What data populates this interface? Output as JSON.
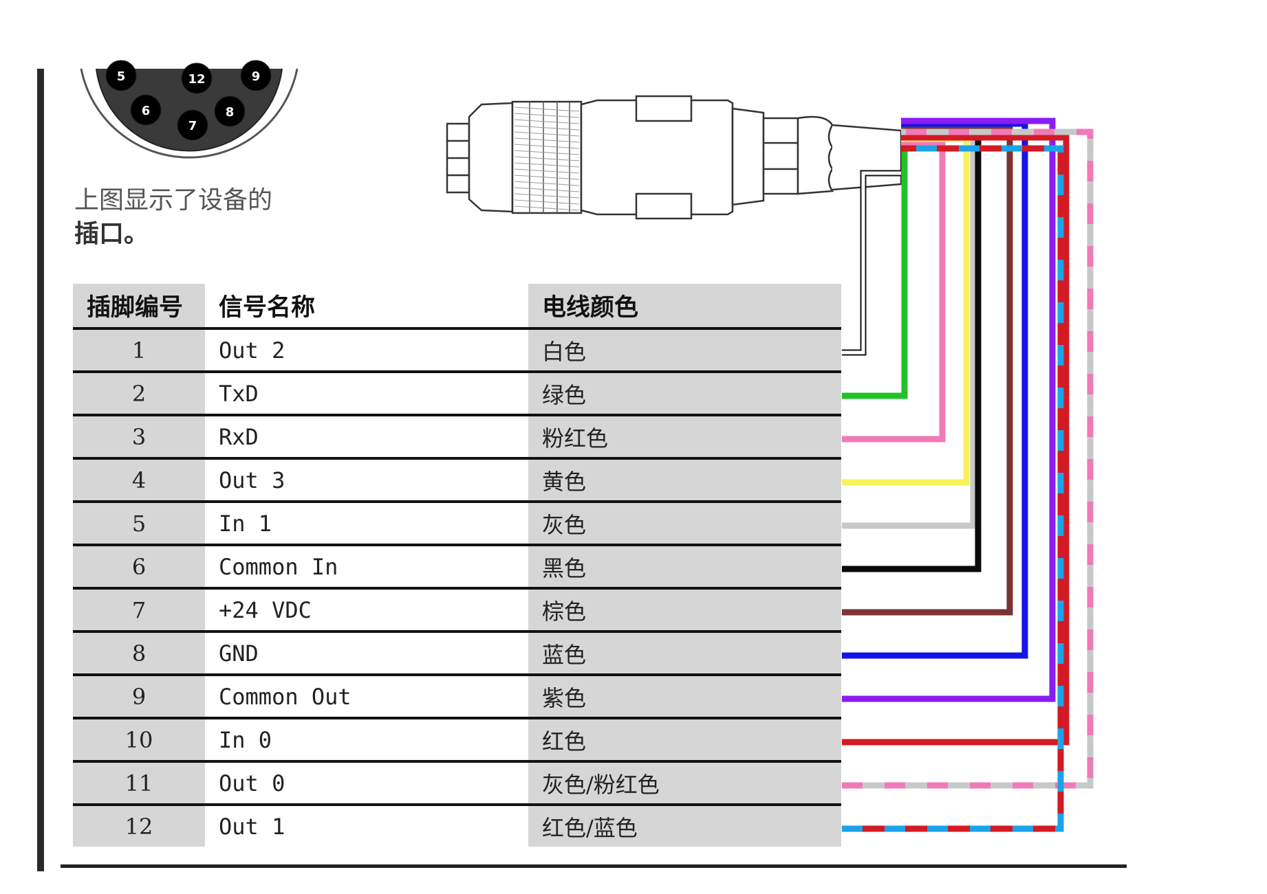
{
  "connector": {
    "visible_pin_labels": [
      "5",
      "12",
      "9",
      "6",
      "7",
      "8"
    ]
  },
  "caption": {
    "line1": "上图显示了设备的",
    "line2": "插口。"
  },
  "table": {
    "headers": [
      "插脚编号",
      "信号名称",
      "电线颜色"
    ],
    "rows": [
      {
        "pin": "1",
        "signal": "Out 2",
        "color": "白色"
      },
      {
        "pin": "2",
        "signal": "TxD",
        "color": "绿色"
      },
      {
        "pin": "3",
        "signal": "RxD",
        "color": "粉红色"
      },
      {
        "pin": "4",
        "signal": "Out 3",
        "color": "黄色"
      },
      {
        "pin": "5",
        "signal": "In 1",
        "color": "灰色"
      },
      {
        "pin": "6",
        "signal": "Common In",
        "color": "黑色"
      },
      {
        "pin": "7",
        "signal": "+24 VDC",
        "color": "棕色"
      },
      {
        "pin": "8",
        "signal": "GND",
        "color": "蓝色"
      },
      {
        "pin": "9",
        "signal": "Common Out",
        "color": "紫色"
      },
      {
        "pin": "10",
        "signal": "In 0",
        "color": "红色"
      },
      {
        "pin": "11",
        "signal": "Out 0",
        "color": "灰色/粉红色"
      },
      {
        "pin": "12",
        "signal": "Out 1",
        "color": "红色/蓝色"
      }
    ]
  },
  "wire_colors": [
    {
      "pin": "1",
      "stroke": "#ffffff",
      "edge": "#111111",
      "dash": null
    },
    {
      "pin": "2",
      "stroke": "#22c22a",
      "dash": null
    },
    {
      "pin": "3",
      "stroke": "#f07ab8",
      "dash": null
    },
    {
      "pin": "4",
      "stroke": "#f7f25a",
      "dash": null
    },
    {
      "pin": "5",
      "stroke": "#c8c8c8",
      "dash": null
    },
    {
      "pin": "6",
      "stroke": "#0a0a0a",
      "dash": null
    },
    {
      "pin": "7",
      "stroke": "#7a3434",
      "dash": null
    },
    {
      "pin": "8",
      "stroke": "#1414e6",
      "dash": null
    },
    {
      "pin": "9",
      "stroke": "#8a1cf5",
      "dash": null
    },
    {
      "pin": "10",
      "stroke": "#d41a24",
      "dash": null
    },
    {
      "pin": "11",
      "stroke": "#c8c8c8",
      "dash": "#f07ab8"
    },
    {
      "pin": "12",
      "stroke": "#d41a24",
      "dash": "#1aa3e8"
    }
  ]
}
